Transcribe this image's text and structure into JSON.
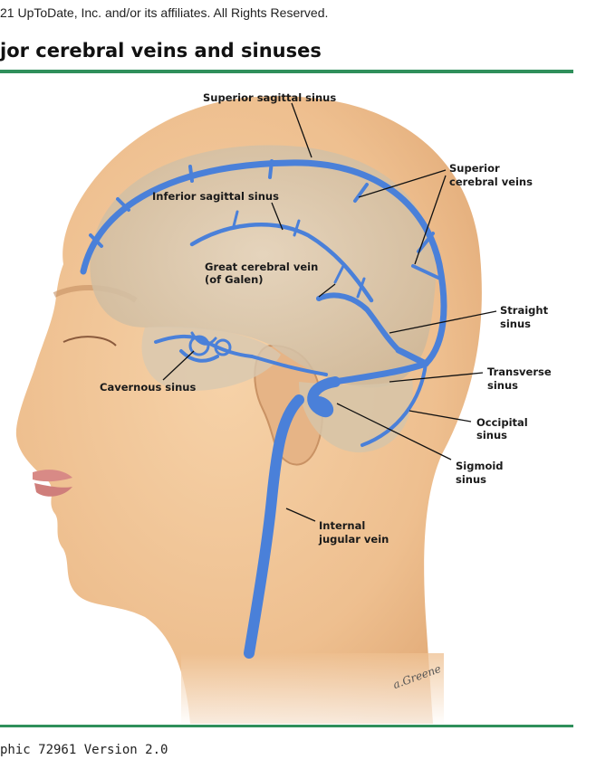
{
  "header": {
    "copyright": "21 UpToDate, Inc. and/or its affiliates. All Rights Reserved.",
    "title": "jor cerebral veins and sinuses"
  },
  "figure": {
    "labels": {
      "superior_sagittal_sinus": "Superior sagittal sinus",
      "superior_cerebral_veins_1": "Superior",
      "superior_cerebral_veins_2": "cerebral veins",
      "inferior_sagittal_sinus": "Inferior sagittal sinus",
      "great_cerebral_vein_1": "Great cerebral vein",
      "great_cerebral_vein_2": "(of Galen)",
      "straight_sinus_1": "Straight",
      "straight_sinus_2": "sinus",
      "transverse_sinus_1": "Transverse",
      "transverse_sinus_2": "sinus",
      "cavernous_sinus": "Cavernous sinus",
      "occipital_sinus_1": "Occipital",
      "occipital_sinus_2": "sinus",
      "sigmoid_sinus_1": "Sigmoid",
      "sigmoid_sinus_2": "sinus",
      "internal_jugular_vein_1": "Internal",
      "internal_jugular_vein_2": "jugular vein"
    },
    "signature": "a.Greene",
    "colors": {
      "skin": "#f0c79a",
      "brain": "#d8c8b0",
      "vein": "#4a80d9",
      "leader": "#111111"
    }
  },
  "footer": {
    "graphic_id": "phic 72961 Version 2.0"
  }
}
